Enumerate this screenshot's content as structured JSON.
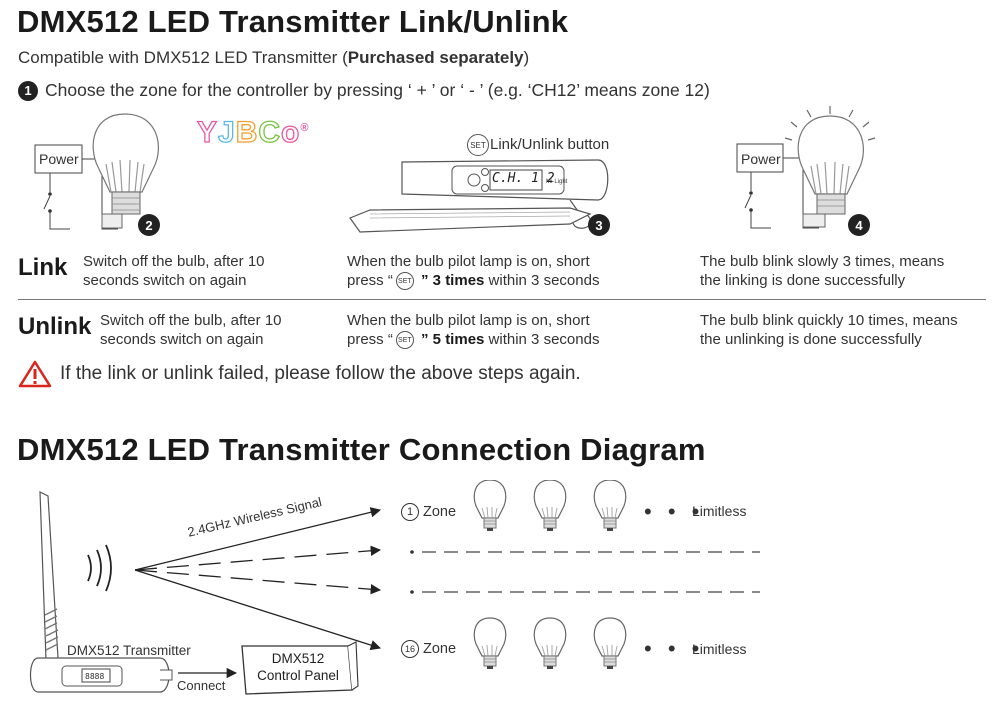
{
  "title1": "DMX512 LED Transmitter Link/Unlink",
  "subtitle": {
    "prefix": "Compatible with DMX512 LED Transmitter (",
    "bold": "Purchased separately",
    "suffix": ")"
  },
  "step1": {
    "num": "1",
    "text": "Choose the zone for the controller by pressing ‘ + ’ or ‘ - ’  (e.g. ‘CH12’ means zone 12)"
  },
  "brand": {
    "letters": [
      "Y",
      "J",
      "B",
      "C",
      "o"
    ],
    "colors": [
      "#e85aa0",
      "#5bb8e8",
      "#f0a030",
      "#7ac143",
      "#e85aa0"
    ],
    "reg": "®"
  },
  "panels": {
    "left": {
      "power": "Power",
      "num": "2"
    },
    "middle": {
      "set": "SET",
      "set_label": "Link/Unlink button",
      "display": "C.H. 1 2",
      "num": "3"
    },
    "right": {
      "power": "Power",
      "num": "4"
    }
  },
  "link": {
    "label": "Link",
    "col1": [
      "Switch off the bulb, after 10",
      "seconds switch on again"
    ],
    "col2_line1": "When the bulb pilot lamp is on, short",
    "col2_pre": "press “",
    "col2_bold": " ” 3 times",
    "col2_post": " within 3 seconds",
    "col3": [
      "The bulb blink slowly 3 times, means",
      "the linking is done successfully"
    ]
  },
  "unlink": {
    "label": "Unlink",
    "col1": [
      "Switch off the bulb, after 10",
      "seconds switch on again"
    ],
    "col2_line1": "When the bulb pilot lamp is on, short",
    "col2_pre": "press “",
    "col2_bold": " ” 5 times",
    "col2_post": " within 3 seconds",
    "col3": [
      "The bulb blink quickly 10 times, means",
      "the unlinking is done successfully"
    ]
  },
  "warning": "If the link or unlink failed, please follow the above steps again.",
  "title2": "DMX512 LED Transmitter Connection Diagram",
  "diagram": {
    "signal": "2.4GHz Wireless Signal",
    "zone1": {
      "num": "1",
      "label": "Zone"
    },
    "zone16": {
      "num": "16",
      "label": "Zone"
    },
    "dots": "• • •",
    "limitless": "Limitless",
    "transmitter": "DMX512 Transmitter",
    "connect": "Connect",
    "panel_line1": "DMX512",
    "panel_line2": "Control Panel"
  }
}
